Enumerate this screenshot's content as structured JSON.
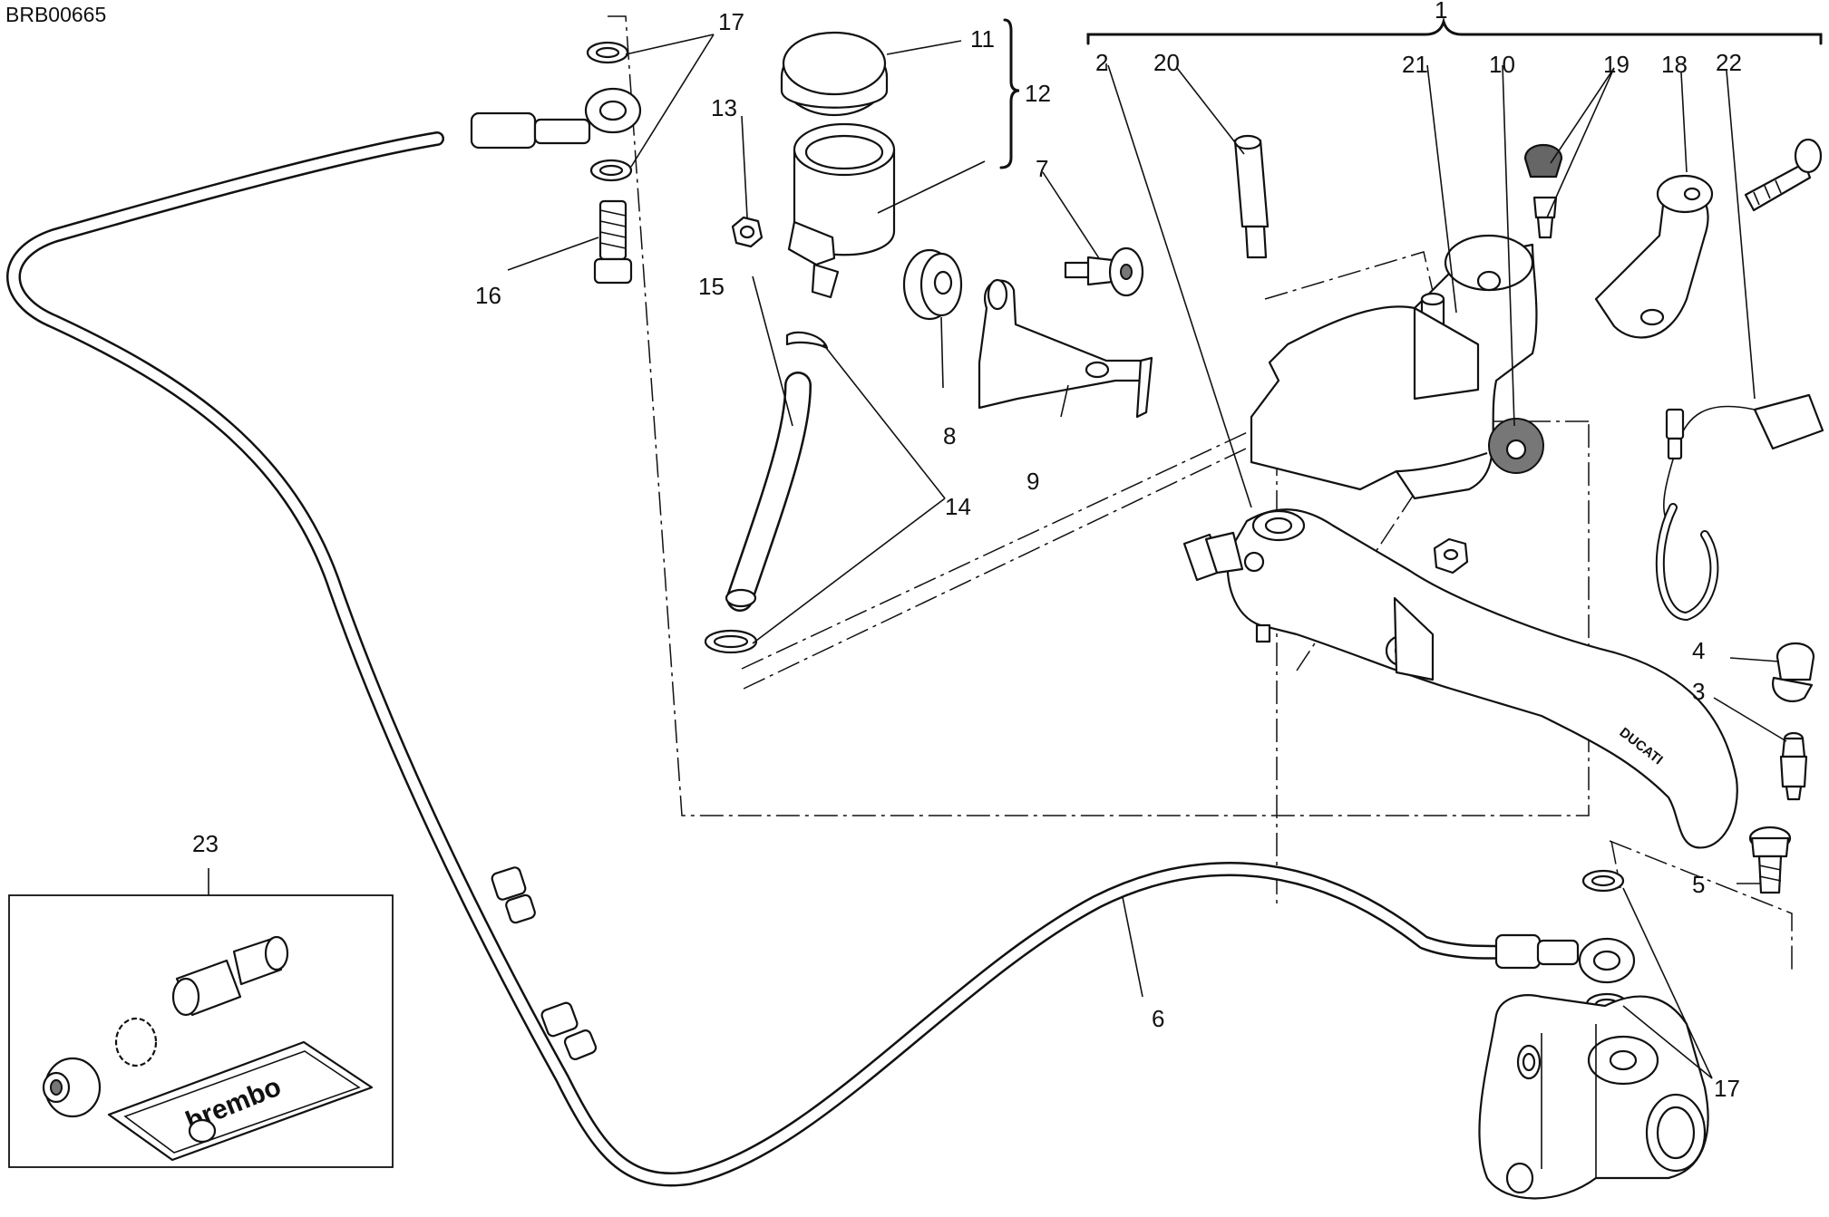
{
  "drawing_code": "BRB00665",
  "callouts": [
    "1",
    "2",
    "3",
    "4",
    "5",
    "6",
    "7",
    "8",
    "9",
    "10",
    "11",
    "12",
    "13",
    "14",
    "15",
    "16",
    "17",
    "17",
    "18",
    "19",
    "20",
    "21",
    "22",
    "23"
  ],
  "kit_brand": "brembo",
  "lever_brand": "DUCATI"
}
